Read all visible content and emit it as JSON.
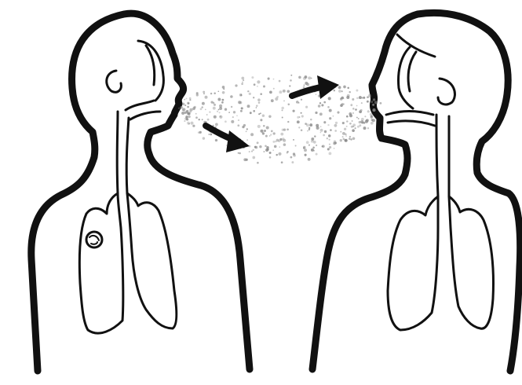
{
  "diagram": {
    "figures": [
      {
        "role": "source",
        "facing": "right",
        "lesion": true
      },
      {
        "role": "recipient",
        "facing": "left",
        "lesion": false
      }
    ],
    "droplet_flow": "left-to-right",
    "arrows": 2
  },
  "colors": {
    "background": "#ffffff",
    "ink": "#111111",
    "droplets": "#8a8a8a"
  }
}
